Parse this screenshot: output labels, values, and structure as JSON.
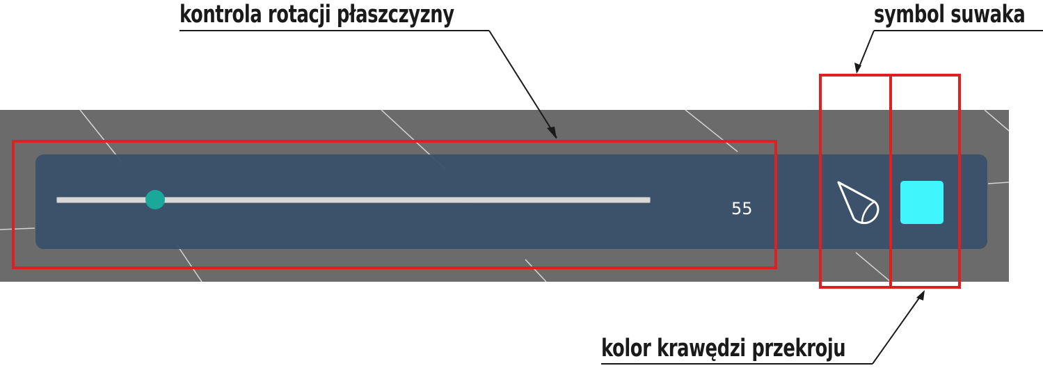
{
  "callouts": {
    "rotation": "kontrola rotacji płaszczyzny",
    "symbol": "symbol suwaka",
    "edge_color": "kolor krawędzi przekroju"
  },
  "slider": {
    "value": "55",
    "position_fraction": 0.167
  },
  "colors": {
    "viewport_background": "#6b6b6b",
    "panel_background": "#3a506a",
    "slider_thumb": "#1aa89a",
    "edge_color_swatch": "#40f5fc",
    "highlight_box": "#e02020"
  },
  "icons": {
    "slider_symbol": "cone-icon"
  }
}
